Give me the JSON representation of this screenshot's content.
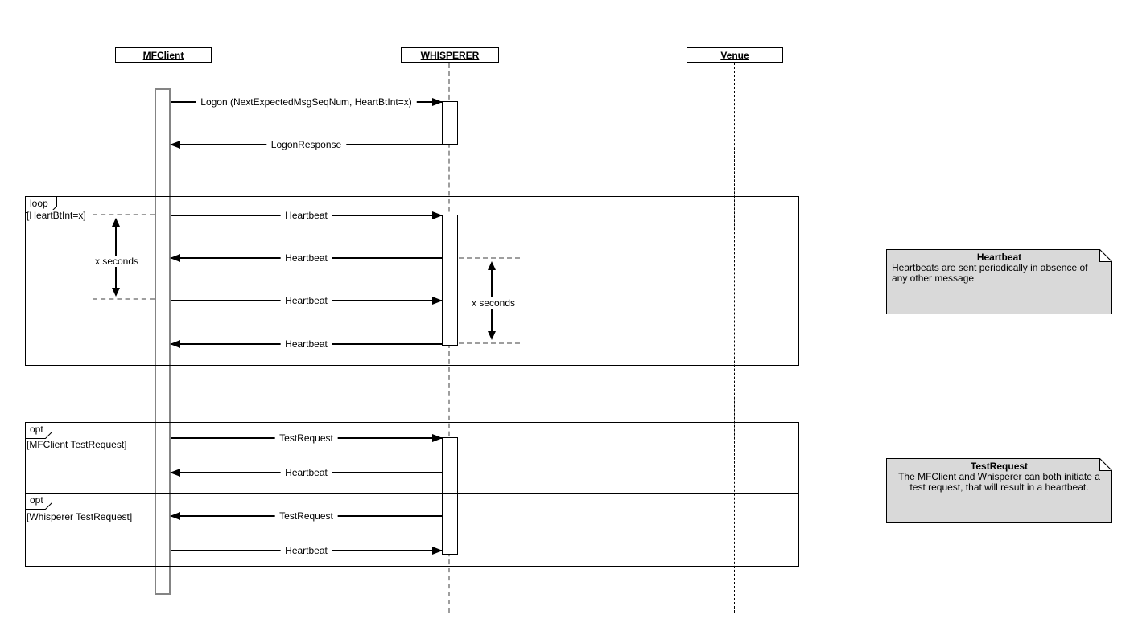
{
  "diagram": {
    "actors": [
      {
        "name": "MFClient"
      },
      {
        "name": "WHISPERER"
      },
      {
        "name": "Venue"
      }
    ],
    "messages": [
      {
        "label": "Logon (NextExpectedMsgSeqNum, HeartBtInt=x)",
        "from": "MFClient",
        "to": "WHISPERER"
      },
      {
        "label": "LogonResponse",
        "from": "WHISPERER",
        "to": "MFClient"
      },
      {
        "label": "Heartbeat",
        "from": "MFClient",
        "to": "WHISPERER"
      },
      {
        "label": "Heartbeat",
        "from": "WHISPERER",
        "to": "MFClient"
      },
      {
        "label": "Heartbeat",
        "from": "MFClient",
        "to": "WHISPERER"
      },
      {
        "label": "Heartbeat",
        "from": "WHISPERER",
        "to": "MFClient"
      },
      {
        "label": "TestRequest",
        "from": "MFClient",
        "to": "WHISPERER"
      },
      {
        "label": "Heartbeat",
        "from": "WHISPERER",
        "to": "MFClient"
      },
      {
        "label": "TestRequest",
        "from": "WHISPERER",
        "to": "MFClient"
      },
      {
        "label": "Heartbeat",
        "from": "MFClient",
        "to": "WHISPERER"
      }
    ],
    "fragments": [
      {
        "operator": "loop",
        "guard": "[HeartBtInt=x]"
      },
      {
        "operator": "opt",
        "guard": "[MFClient TestRequest]"
      },
      {
        "operator": "opt",
        "guard": "[Whisperer TestRequest]"
      }
    ],
    "durations": [
      {
        "label": "x seconds"
      },
      {
        "label": "x seconds"
      }
    ],
    "notes": [
      {
        "title": "Heartbeat",
        "body": "Heartbeats are sent periodically in absence of\nany other message"
      },
      {
        "title": "TestRequest",
        "body": "The MFClient and Whisperer can both initiate a\ntest request, that will result in a heartbeat."
      }
    ],
    "colors": {
      "note_fill": "#d9d9d9",
      "lifeline_gray": "#9e9e9e",
      "line": "#000000"
    }
  }
}
